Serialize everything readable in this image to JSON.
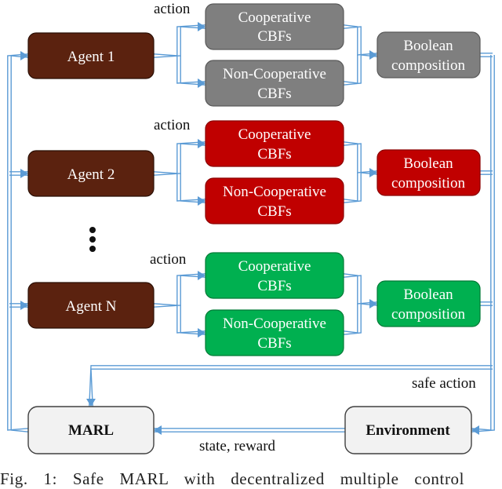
{
  "agents": [
    "Agent 1",
    "Agent 2",
    "Agent N"
  ],
  "ellipsis": "⋮",
  "action_label": "action",
  "cooperative_label": [
    "Cooperative",
    "CBFs"
  ],
  "noncooperative_label": [
    "Non-Cooperative",
    "CBFs"
  ],
  "boolean_label": [
    "Boolean",
    "composition"
  ],
  "marl_label": "MARL",
  "environment_label": "Environment",
  "safe_action_label": "safe action",
  "state_reward_label": "state, reward",
  "caption": "Fig. 1: Safe MARL with decentralized multiple control",
  "colors": {
    "agent_fill": "#5b220f",
    "group1_fill": "#7f7f7f",
    "group2_fill": "#c00000",
    "group3_fill": "#00b050",
    "connector": "#5b9bd5",
    "marl_fill": "#f2f2f2",
    "environment_fill": "#f2f2f2"
  }
}
